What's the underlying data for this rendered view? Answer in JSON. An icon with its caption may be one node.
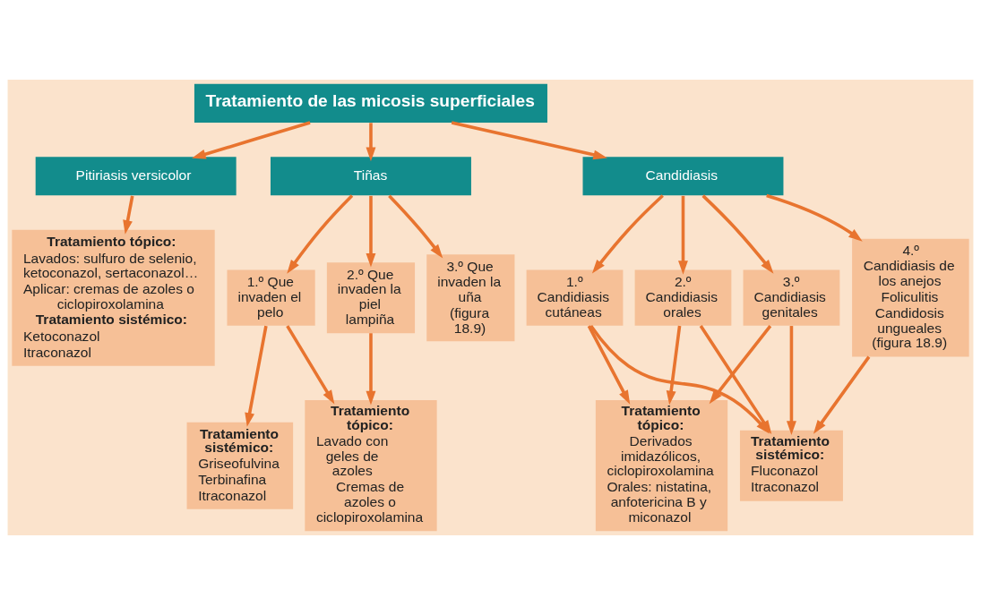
{
  "diagram": {
    "nodes": [
      {
        "text": [
          "Tratamiento de las micosis superficiales"
        ]
      },
      {
        "text": [
          "Pitiriasis versicolor"
        ]
      },
      {
        "text": [
          "Tiñas"
        ]
      },
      {
        "text": [
          "Candidiasis"
        ]
      },
      {
        "text": [
          "Tratamiento tópico:",
          "Lavados: sulfuro de selenio, ketoconazol, sertaconazol…",
          "Aplicar: cremas de azoles o ciclopiroxolamina",
          "Tratamiento sistémico:",
          "Ketoconazol",
          "Itraconazol"
        ]
      },
      {
        "text": [
          "1.º Que invaden el pelo"
        ]
      },
      {
        "text": [
          "2.º Que invaden la piel lampiña"
        ]
      },
      {
        "text": [
          "3.º Que invaden la uña",
          "(figura 18.9)"
        ]
      },
      {
        "text": [
          "1.º Candidiasis cutáneas"
        ]
      },
      {
        "text": [
          "2.º Candidiasis orales"
        ]
      },
      {
        "text": [
          "3.º Candidiasis genitales"
        ]
      },
      {
        "text": [
          "4.º Candidiasis de los anejos",
          "Foliculitis",
          "Candidosis ungueales (figura 18.9)"
        ]
      },
      {
        "text": [
          "Tratamiento sistémico:",
          "Griseofulvina",
          "Terbinafina",
          "Itraconazol"
        ]
      },
      {
        "text": [
          "Tratamiento tópico:",
          "Lavado con geles de azoles",
          "Cremas de azoles o ciclopiroxolamina"
        ]
      },
      {
        "text": [
          "Tratamiento tópico:",
          "Derivados imidazólicos, ciclopiroxolamina",
          "Orales: nistatina, anfotericina B y miconazol"
        ]
      },
      {
        "text": [
          "Tratamiento sistémico:",
          "Fluconazol",
          "Itraconazol"
        ]
      }
    ],
    "edges": [
      {
        "from": 0,
        "to": 1,
        "arrow": "to"
      },
      {
        "from": 0,
        "to": 2,
        "arrow": "to"
      },
      {
        "from": 0,
        "to": 3,
        "arrow": "to"
      },
      {
        "from": 1,
        "to": 4,
        "arrow": "to"
      },
      {
        "from": 2,
        "to": 5,
        "arrow": "to"
      },
      {
        "from": 2,
        "to": 6,
        "arrow": "to"
      },
      {
        "from": 2,
        "to": 7,
        "arrow": "to"
      },
      {
        "from": 3,
        "to": 8,
        "arrow": "to"
      },
      {
        "from": 3,
        "to": 9,
        "arrow": "to"
      },
      {
        "from": 3,
        "to": 10,
        "arrow": "to"
      },
      {
        "from": 3,
        "to": 11,
        "arrow": "to"
      },
      {
        "from": 5,
        "to": 12,
        "arrow": "to"
      },
      {
        "from": 5,
        "to": 13,
        "arrow": "to"
      },
      {
        "from": 6,
        "to": 13,
        "arrow": "to"
      },
      {
        "from": 8,
        "to": 14,
        "arrow": "to"
      },
      {
        "from": 8,
        "to": 15,
        "arrow": "to"
      },
      {
        "from": 9,
        "to": 14,
        "arrow": "to"
      },
      {
        "from": 9,
        "to": 15,
        "arrow": "to"
      },
      {
        "from": 10,
        "to": 14,
        "arrow": "to"
      },
      {
        "from": 10,
        "to": 15,
        "arrow": "to"
      },
      {
        "from": 11,
        "to": 15,
        "arrow": "to"
      }
    ]
  }
}
